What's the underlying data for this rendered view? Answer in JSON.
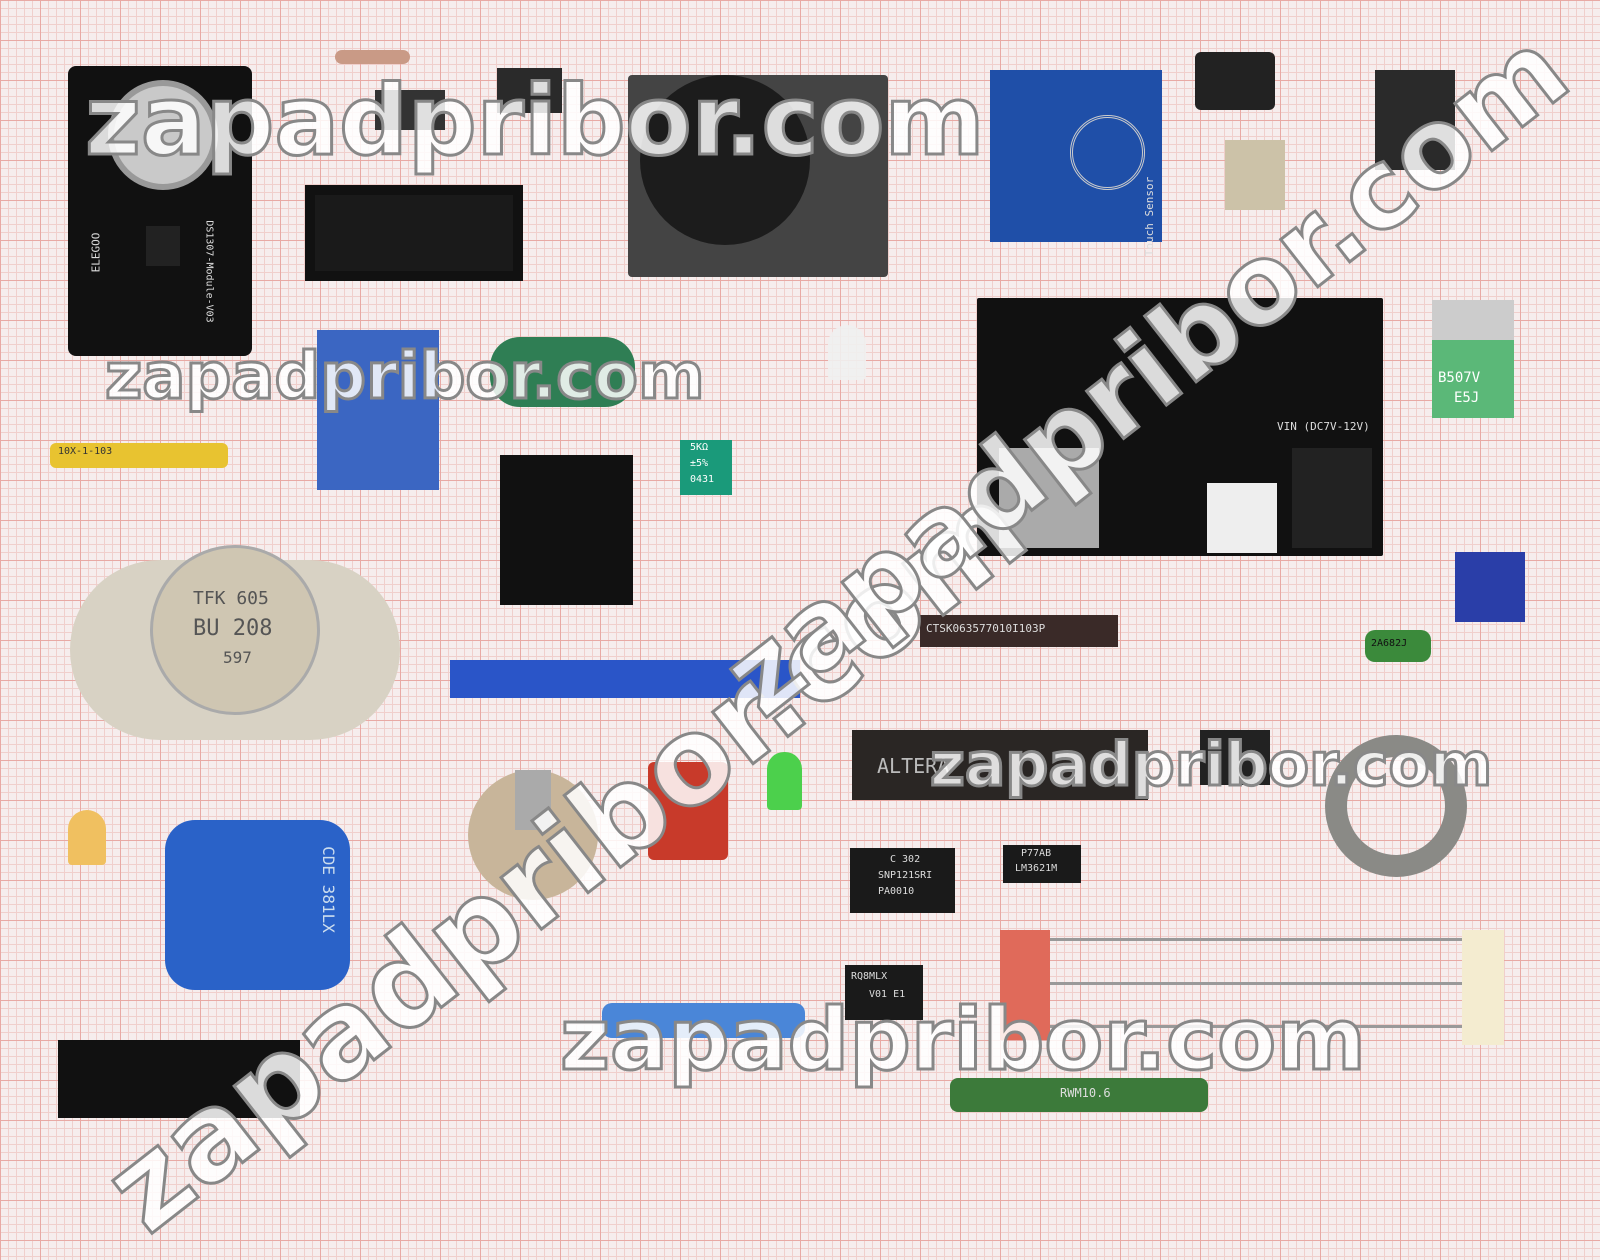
{
  "watermark": "zapadpribor.com",
  "components": {
    "rtc_module": {
      "brand": "ELEGOO",
      "name": "DS1307-Module-V03"
    },
    "touch_sensor": {
      "name": "Touch Sensor"
    },
    "transistor_can": {
      "line1": "TFK 605",
      "line2": "BU 208",
      "line3": "597"
    },
    "to220_green": {
      "line1": "B507V",
      "line2": "E5J"
    },
    "power_module": {
      "label": "VIN (DC7V-12V)"
    },
    "resistor_network": {
      "label": "CTSK063577010I103P"
    },
    "trimmer": {
      "line1": "5KΩ",
      "line2": "±5%",
      "line3": "0431"
    },
    "eprom": {
      "label": "ALTERA"
    },
    "soic_1": {
      "line1": "P77AB",
      "line2": "LM3621M"
    },
    "soic_2": {
      "line1": "C 302",
      "line2": "SNP121SRI",
      "line3": "PA0010"
    },
    "soic_3": {
      "line1": "RQ8MLX",
      "line2": "V01 E1"
    },
    "wire_resistor": {
      "label": "RWM10.6"
    },
    "sip_resistor": {
      "label": "10X-1-103"
    },
    "capacitor_blue": {
      "label": "CDE 381LX"
    },
    "film_cap": {
      "label": "2A682J"
    }
  }
}
